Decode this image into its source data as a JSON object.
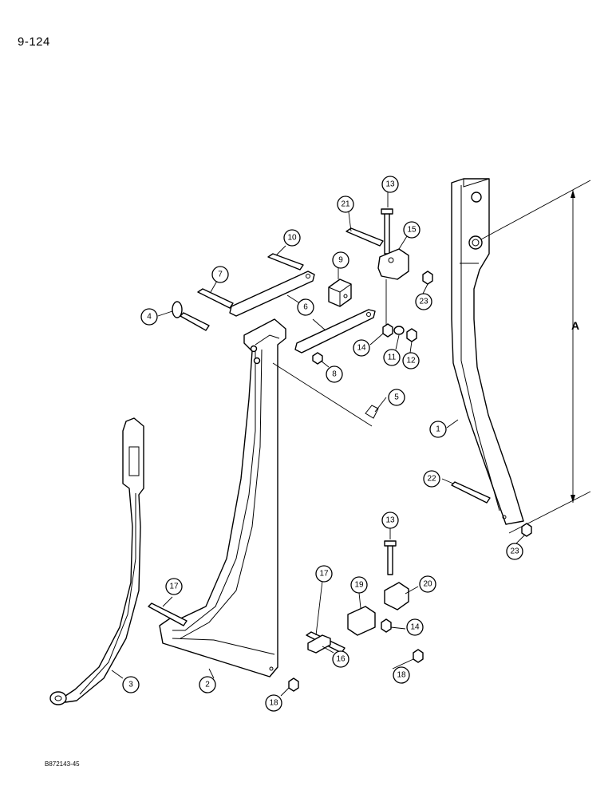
{
  "page_number": "9-124",
  "footer_code": "B872143-45",
  "dimension_label": "A",
  "callouts": [
    {
      "label": "13"
    },
    {
      "label": "21"
    },
    {
      "label": "15"
    },
    {
      "label": "10"
    },
    {
      "label": "9"
    },
    {
      "label": "23"
    },
    {
      "label": "7"
    },
    {
      "label": "4"
    },
    {
      "label": "6"
    },
    {
      "label": "14"
    },
    {
      "label": "11"
    },
    {
      "label": "12"
    },
    {
      "label": "8"
    },
    {
      "label": "5"
    },
    {
      "label": "1"
    },
    {
      "label": "22"
    },
    {
      "label": "23"
    },
    {
      "label": "13"
    },
    {
      "label": "17"
    },
    {
      "label": "17"
    },
    {
      "label": "19"
    },
    {
      "label": "20"
    },
    {
      "label": "14"
    },
    {
      "label": "16"
    },
    {
      "label": "3"
    },
    {
      "label": "2"
    },
    {
      "label": "18"
    },
    {
      "label": "18"
    }
  ]
}
